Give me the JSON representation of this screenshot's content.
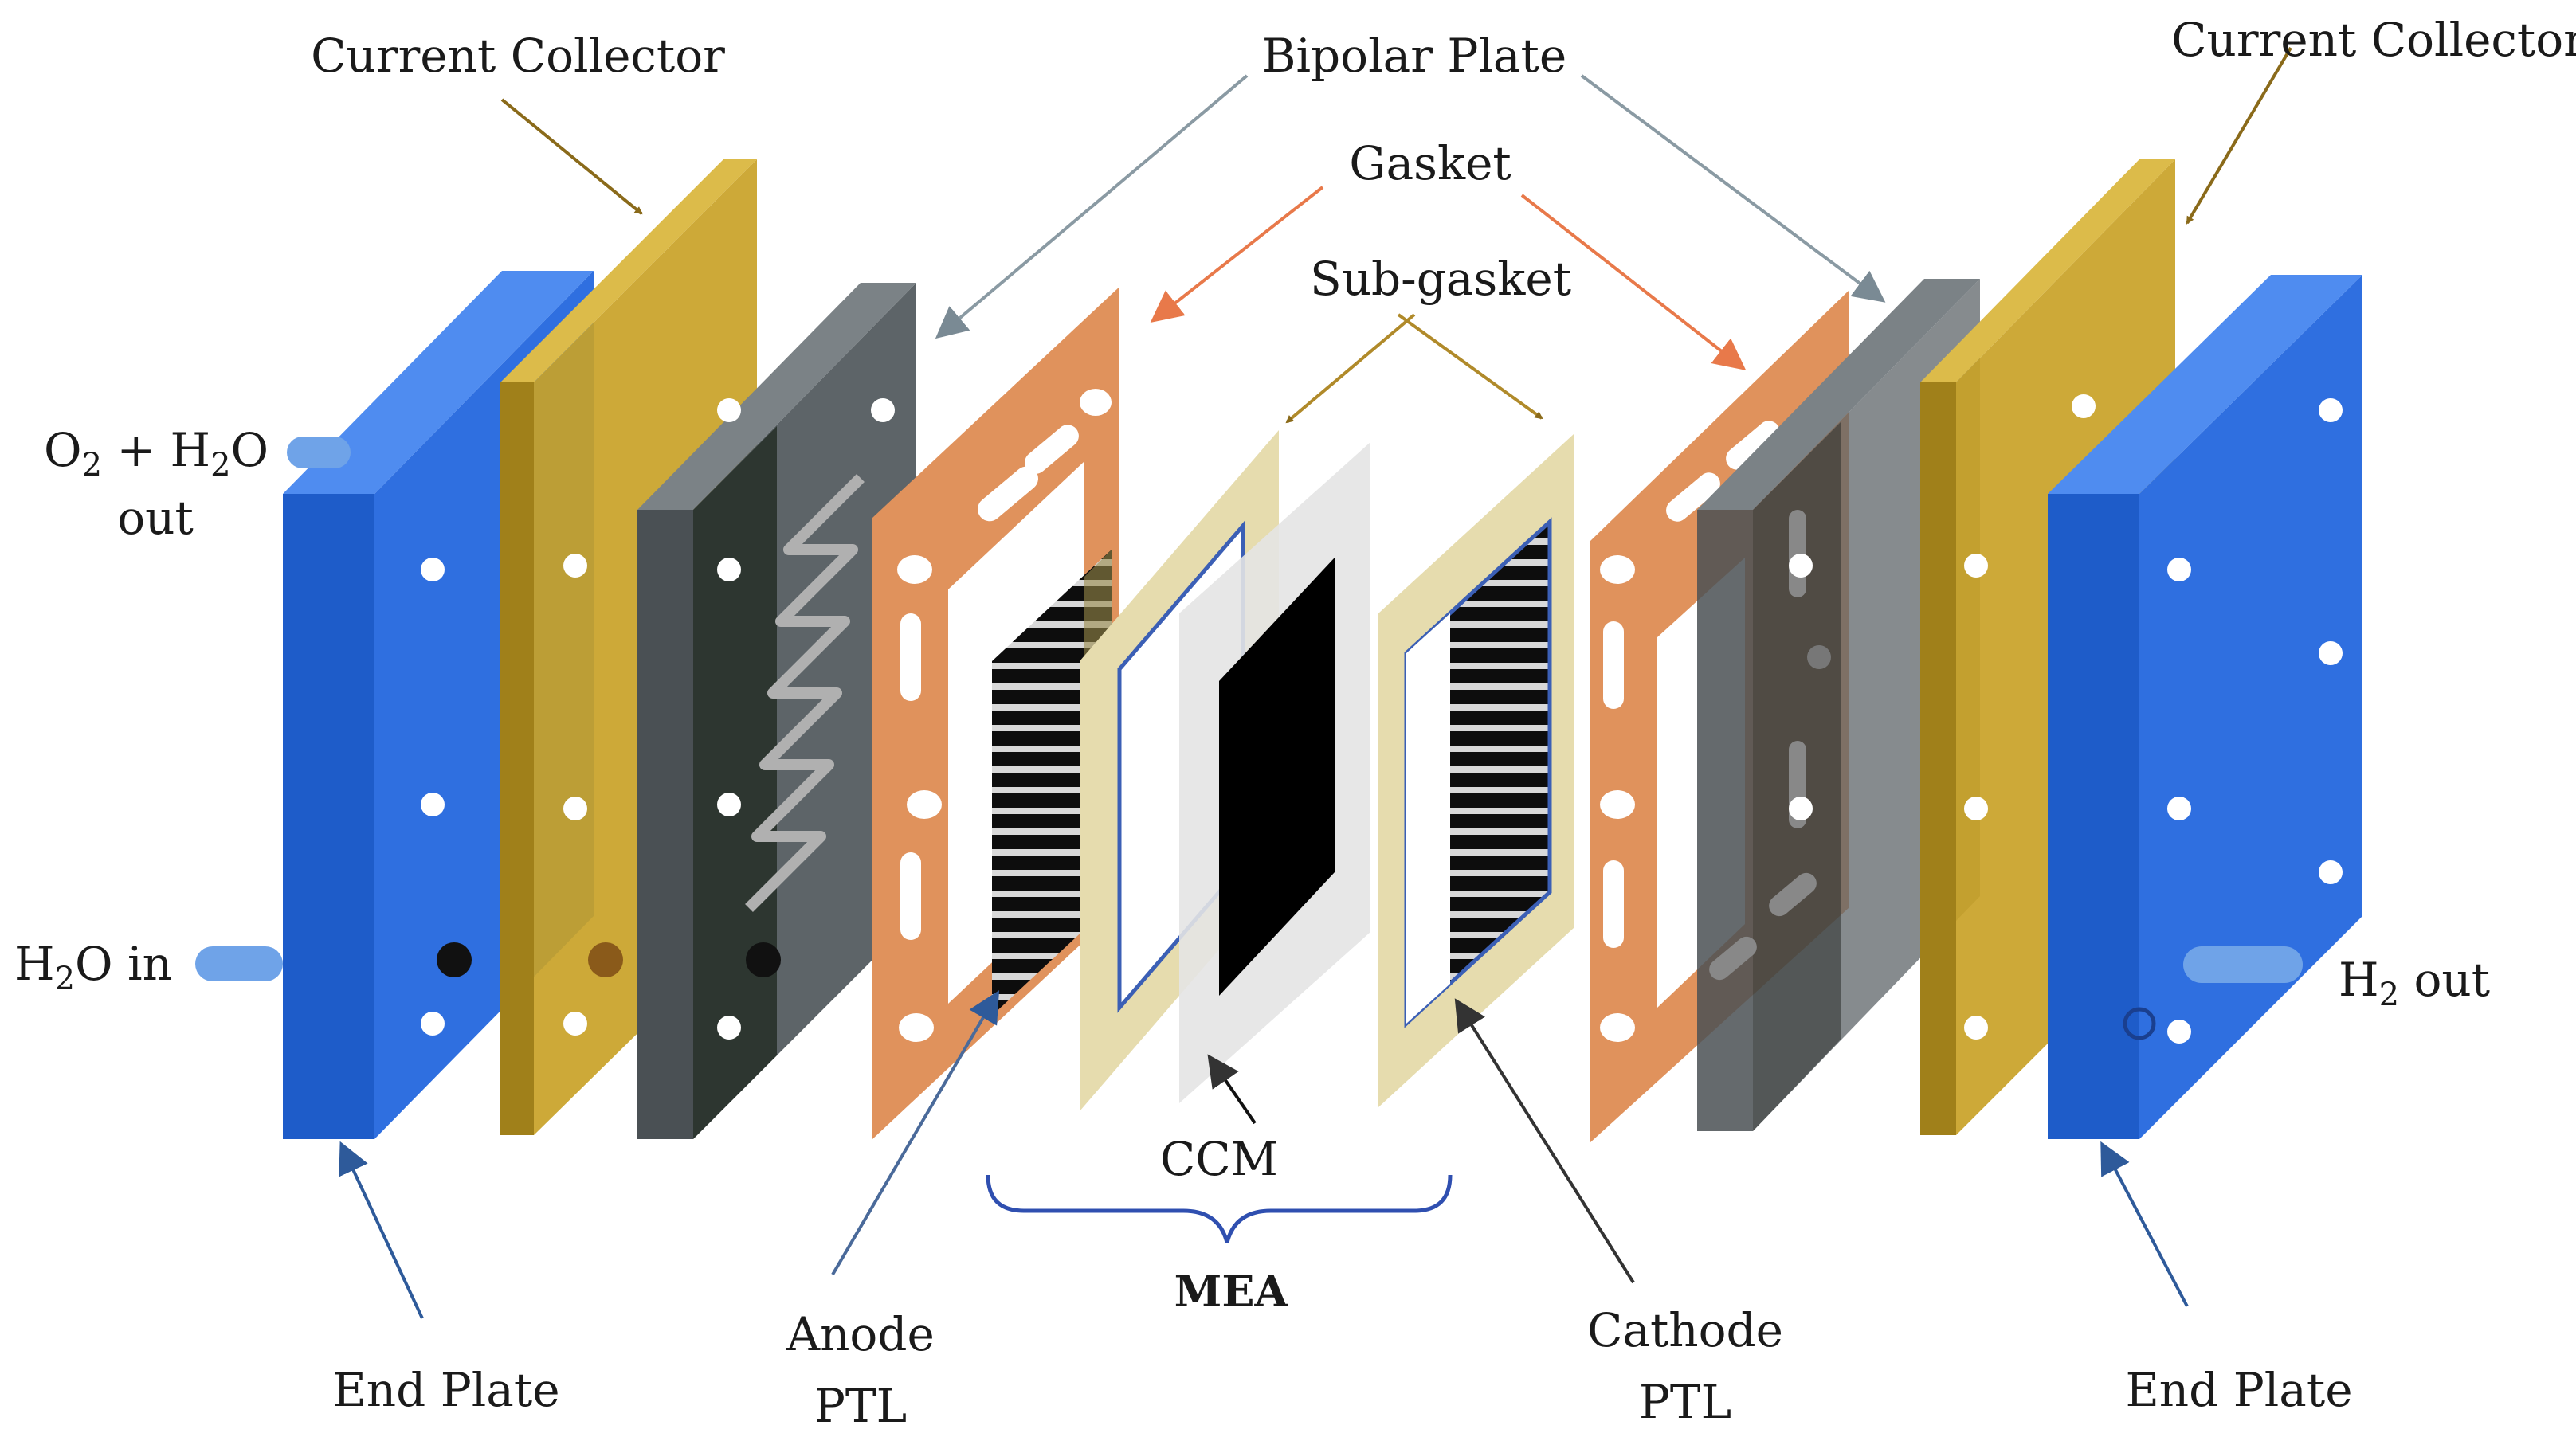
{
  "labels": {
    "current_collector_left": "Current Collector",
    "current_collector_right": "Current Collector",
    "bipolar_plate": "Bipolar Plate",
    "gasket": "Gasket",
    "sub_gasket": "Sub-gasket",
    "o2_h2o_out": {
      "o": "O",
      "sub1": "2",
      "mid": " + H",
      "sub2": "2",
      "tail": "O",
      "line2": "out"
    },
    "h2o_in": {
      "h": "H",
      "sub": "2",
      "tail": "O in"
    },
    "h2_out": {
      "h": "H",
      "sub": "2",
      "tail": " out"
    },
    "ccm": "CCM",
    "mea": "MEA",
    "anode_ptl": {
      "line1": "Anode",
      "line2": "PTL"
    },
    "cathode_ptl": {
      "line1": "Cathode",
      "line2": "PTL"
    },
    "end_plate_left": "End Plate",
    "end_plate_right": "End Plate"
  },
  "colors": {
    "end_plate": "#2f6fe0",
    "end_plate_side": "#1e4fb8",
    "current_collector": "#c9a227",
    "current_collector_side": "#a0801a",
    "bipolar_plate": "#5d6468",
    "gasket": "#e0925c",
    "sub_gasket": "#e6dcae",
    "ccm_frame": "#e4e4e4",
    "ccm_core": "#000000",
    "ptl": "#111111",
    "arrow_orange": "#e8794a",
    "arrow_gold": "#b08a2a",
    "arrow_gray": "#8a9aa3",
    "arrow_blue": "#3d6aa8",
    "brace": "#2f4fb0"
  }
}
